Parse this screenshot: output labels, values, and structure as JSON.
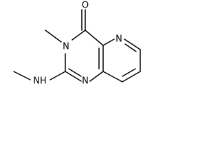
{
  "molecule": {
    "atoms": {
      "o4": "O",
      "n3": "N",
      "n5": "N",
      "n1": "N",
      "nh": "NH"
    }
  }
}
